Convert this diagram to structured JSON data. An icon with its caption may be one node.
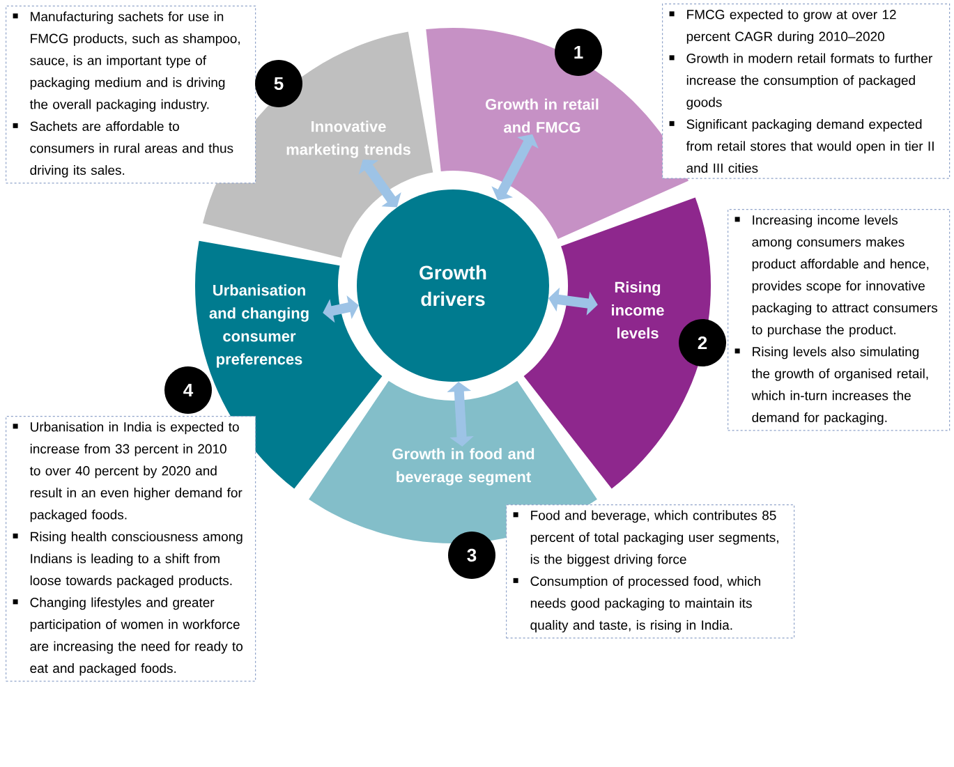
{
  "diagram": {
    "nodes": [
      {
        "text": [
          "Growth drivers"
        ]
      },
      {
        "text": [
          "Growth in retail and FMCG"
        ]
      },
      {
        "text": [
          "Rising income levels"
        ]
      },
      {
        "text": [
          "Growth in food and beverage segment"
        ]
      },
      {
        "text": [
          "Urbanisation and changing consumer preferences"
        ]
      },
      {
        "text": [
          "Innovative marketing trends"
        ]
      },
      {
        "text": [
          "1"
        ]
      },
      {
        "text": [
          "2"
        ]
      },
      {
        "text": [
          "3"
        ]
      },
      {
        "text": [
          "4"
        ]
      },
      {
        "text": [
          "5"
        ]
      },
      {
        "text": [
          "FMCG expected to grow at over 12 percent CAGR during 2010–2020",
          "Growth in modern retail formats to further increase the consumption of packaged goods",
          "Significant packaging demand expected from retail stores that would open in tier II and III cities"
        ]
      },
      {
        "text": [
          "Increasing income levels among consumers makes product affordable and hence, provides scope for innovative packaging to attract consumers to purchase the product.",
          "Rising levels also simulating the growth of organised retail, which in-turn increases the demand for packaging."
        ]
      },
      {
        "text": [
          "Food and beverage, which contributes 85 percent of total packaging user segments, is the biggest driving force",
          "Consumption of processed food, which needs good packaging to maintain its quality and taste, is rising in India."
        ]
      },
      {
        "text": [
          "Urbanisation in India is expected to increase from 33 percent in 2010 to over 40 percent by 2020 and result in an even higher demand for packaged foods.",
          "Rising health consciousness among Indians is leading to a shift from loose towards packaged products.",
          "Changing lifestyles and greater participation of women in workforce are increasing the need for ready to eat and packaged foods."
        ]
      },
      {
        "text": [
          "Manufacturing sachets for use in FMCG products, such as shampoo, sauce, is an important type of packaging medium and is driving the overall packaging industry.",
          "Sachets are affordable to consumers in rural areas and thus driving its sales."
        ]
      }
    ],
    "edges": [
      {
        "from": 0,
        "to": 1,
        "arrow": "both"
      },
      {
        "from": 0,
        "to": 2,
        "arrow": "both"
      },
      {
        "from": 0,
        "to": 3,
        "arrow": "both"
      },
      {
        "from": 0,
        "to": 4,
        "arrow": "both"
      },
      {
        "from": 0,
        "to": 5,
        "arrow": "both"
      }
    ]
  }
}
